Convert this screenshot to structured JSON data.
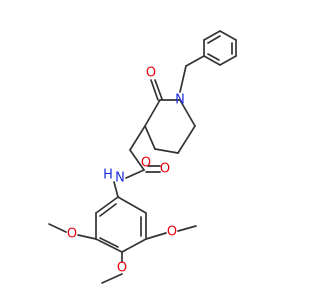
{
  "colors": {
    "bond": "#333333",
    "oxygen": "#e8000b",
    "nitrogen": "#1c2fd9",
    "background": "#ffffff"
  },
  "atoms": {
    "carbonyl_oxygen_ring": "O",
    "ring_nitrogen": "N",
    "ring_oxygen": "O",
    "amide_oxygen": "O",
    "amide_nh": "N",
    "amide_h": "H",
    "methoxy_left_oxygen": "O",
    "methoxy_right_oxygen": "O",
    "methoxy_para_oxygen": "O"
  }
}
